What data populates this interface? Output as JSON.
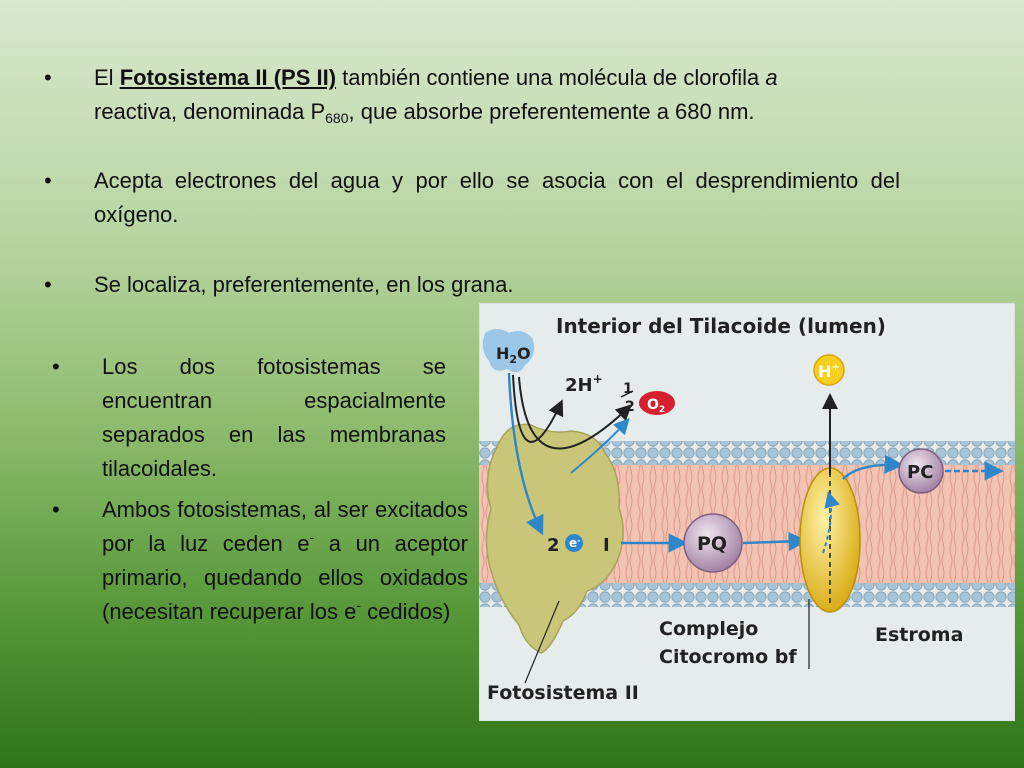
{
  "bullets_top": [
    {
      "prefix": "El ",
      "bold_underlined": "Fotosistema II (PS II)",
      "mid": " también contiene una molécula de clorofila ",
      "italic": "a",
      "line2_start": "reactiva, denominada P",
      "subscript": "680",
      "line2_end": ", que absorbe preferentemente a 680 nm."
    },
    {
      "text": "Acepta electrones del agua y por ello se asocia con el desprendimiento del oxígeno."
    },
    {
      "text": "Se localiza, preferentemente, en los grana."
    }
  ],
  "bullets_left": [
    {
      "text": "Los dos fotosistemas se encuentran espacialmente separados en las membranas tilacoidales."
    },
    {
      "part1": "Ambos fotosistemas, al ser excitados por la luz ceden e",
      "sup1": "-",
      "part2": " a un aceptor primario,  quedando ellos oxidados (necesitan recuperar los e",
      "sup2": "-",
      "part3": " cedidos)"
    }
  ],
  "bullet_glyph": "•",
  "diagram": {
    "title": "Interior del Tilacoide (lumen)",
    "h2o_main": "H",
    "h2o_sub": "2",
    "h2o_end": "O",
    "protons": "2H",
    "protons_sup": "+",
    "half_num": "1",
    "half_den": "2",
    "o2_label": "O",
    "o2_sub": "2",
    "hplus": "H",
    "hplus_sup": "+",
    "electrons": "2",
    "electron_symbol": "e",
    "electron_sup": "-",
    "electron_tail": "I",
    "pq": "PQ",
    "pc": "PC",
    "complex_line1": "Complejo",
    "complex_line2": "Citocromo bf",
    "stroma": "Estroma",
    "ps2": "Fotosistema II"
  },
  "colors": {
    "arrow_blue": "#2f86c8",
    "ps2_fill": "#c9c67a",
    "pq_fill": "#b79ab8",
    "cyt_fill": "#f1cf3a",
    "o2_fill": "#d6202f",
    "h_fill": "#f7cf1e",
    "lipid_head": "#a9c4d6",
    "lipid_tail": "#f2c2b3"
  }
}
